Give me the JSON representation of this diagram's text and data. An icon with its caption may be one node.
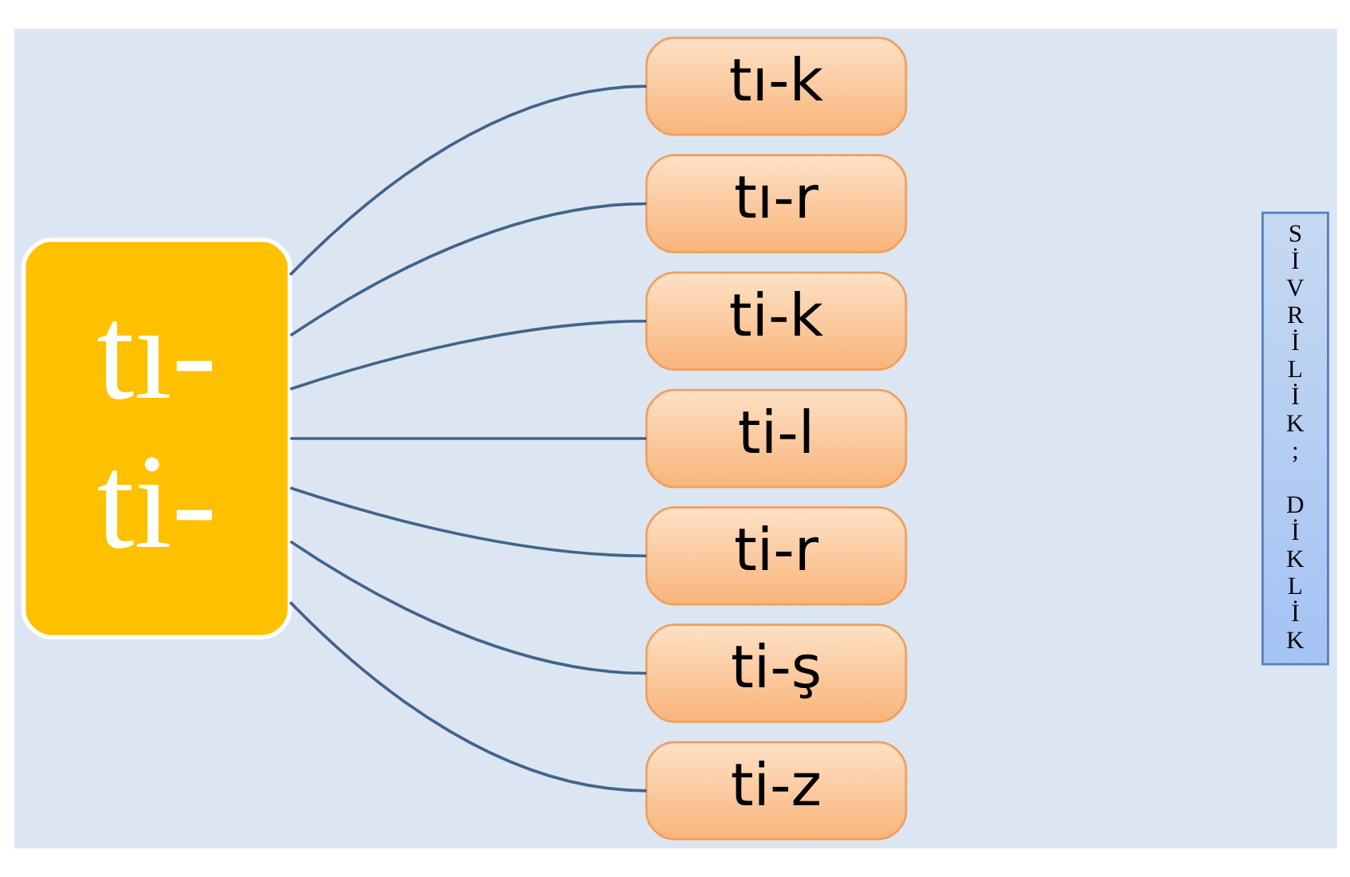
{
  "diagram": {
    "nodes": [
      {
        "text": [
          "tı- ti-"
        ]
      },
      {
        "text": [
          "tı-k"
        ]
      },
      {
        "text": [
          "tı-r"
        ]
      },
      {
        "text": [
          "ti-k"
        ]
      },
      {
        "text": [
          "ti-l"
        ]
      },
      {
        "text": [
          "ti-r"
        ]
      },
      {
        "text": [
          "ti-ş"
        ]
      },
      {
        "text": [
          "ti-z"
        ]
      },
      {
        "text": [
          "SİVRİLİK; DİKLİK"
        ]
      }
    ],
    "edges": [
      {
        "from": 0,
        "to": 1,
        "arrow": "none"
      },
      {
        "from": 0,
        "to": 2,
        "arrow": "none"
      },
      {
        "from": 0,
        "to": 3,
        "arrow": "none"
      },
      {
        "from": 0,
        "to": 4,
        "arrow": "none"
      },
      {
        "from": 0,
        "to": 5,
        "arrow": "none"
      },
      {
        "from": 0,
        "to": 6,
        "arrow": "none"
      },
      {
        "from": 0,
        "to": 7,
        "arrow": "none"
      }
    ]
  }
}
